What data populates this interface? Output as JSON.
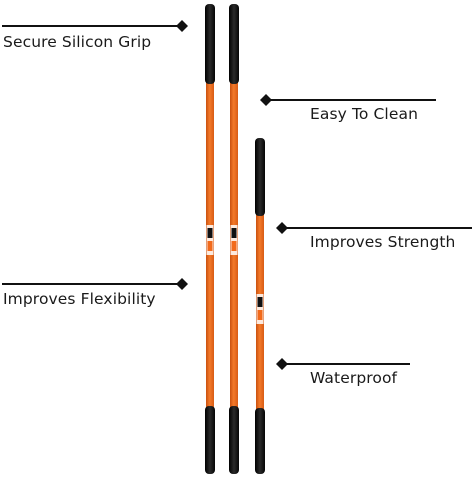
{
  "callouts": {
    "grip": "Secure Silicon Grip",
    "clean": "Easy To Clean",
    "strength": "Improves Strength",
    "flexibility": "Improves Flexibility",
    "waterproof": "Waterproof"
  },
  "colors": {
    "shaft": "#f26a1b",
    "grip": "#141414",
    "line": "#111111",
    "text": "#1a1a1a",
    "background": "#ffffff"
  }
}
